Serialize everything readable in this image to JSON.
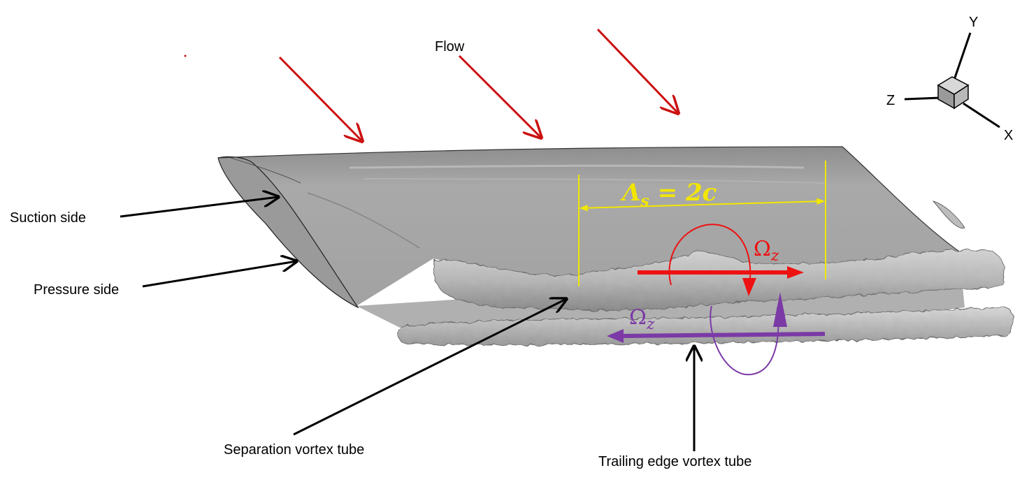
{
  "labels": {
    "flow": "Flow",
    "suction_side": "Suction side",
    "pressure_side": "Pressure side",
    "separation_vortex_tube": "Separation vortex tube",
    "trailing_edge_vortex_tube": "Trailing edge vortex tube"
  },
  "annotation": {
    "wavelength_symbol": "Λ",
    "wavelength_subscript": "s",
    "wavelength_rhs": " = 2c",
    "omega_symbol": "Ω",
    "omega_subscript": "z"
  },
  "axes_triad": {
    "x": "X",
    "y": "Y",
    "z": "Z"
  },
  "colors": {
    "flow_arrow": "#cc1111",
    "dimension_line": "#f2e600",
    "upper_rotation": "#ee1111",
    "lower_rotation": "#7b3aa6",
    "surface": "#a6a6a6",
    "vortex": "#b4b4b4",
    "leader": "#000000"
  }
}
